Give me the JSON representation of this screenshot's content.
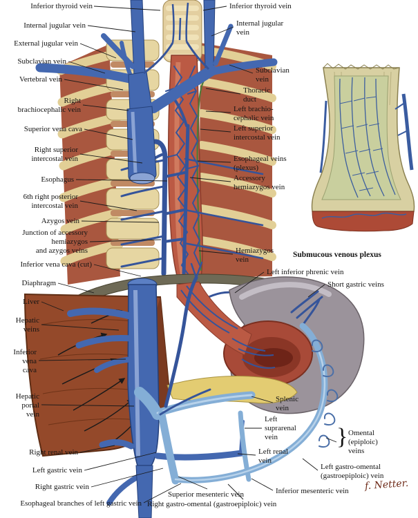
{
  "colors": {
    "vein_dark": "#35549a",
    "vein_fill": "#4468b0",
    "vein_light": "#84aed6",
    "muscle_red": "#a9573f",
    "bone_tan": "#e6d6a2",
    "liver_brown": "#94492a",
    "stomach_gray": "#9b939b",
    "mucosa_red": "#a84a38",
    "pancreas_yellow": "#e3cc72",
    "thoracic_duct_green": "#4e7a38",
    "label_text": "#141414"
  },
  "labels": {
    "left": [
      "Inferior thyroid vein",
      "Internal jugular vein",
      "External jugular vein",
      "Subclavian vein",
      "Vertebral vein",
      "Right\nbrachiocephalic vein",
      "Superior vena cava",
      "Right superior\nintercostal vein",
      "Esophagus",
      "6th right posterior\nintercostal vein",
      "Azygos vein",
      "Junction of accessory\nhemiazygos\nand azygos veins",
      "Inferior vena cava (cut)",
      "Diaphragm",
      "Liver",
      "Hepatic\nveins",
      "Inferior\nvena\ncava",
      "Hepatic\nportal\nvein",
      "Right renal vein",
      "Left gastric vein",
      "Right gastric vein",
      "Esophageal branches of left gastric vein"
    ],
    "right": [
      "Inferior thyroid vein",
      "Internal jugular\nvein",
      "Subclavian\nvein",
      "Thoracic\nduct",
      "Left brachio-\ncephalic vein",
      "Left superior\nintercostal vein",
      "Esophageal veins\n(plexus)",
      "Accessory\nhemiazygos vein",
      "Hemiazygos\nvein",
      "Left inferior phrenic vein",
      "Short gastric veins",
      "Splenic\nvein",
      "Left\nsuprarenal\nvein",
      "Omental\n(epiploic)\nveins",
      "Left renal\nvein",
      "Left gastro-omental\n(gastroepiploic) vein",
      "Inferior mesenteric vein"
    ],
    "bottom": [
      "Superior mesenteric vein",
      "Right gastro-omental (gastroepiploic) vein"
    ],
    "inset_heading": "Submucous venous plexus",
    "brace": "}"
  },
  "signature": "f. Netter."
}
